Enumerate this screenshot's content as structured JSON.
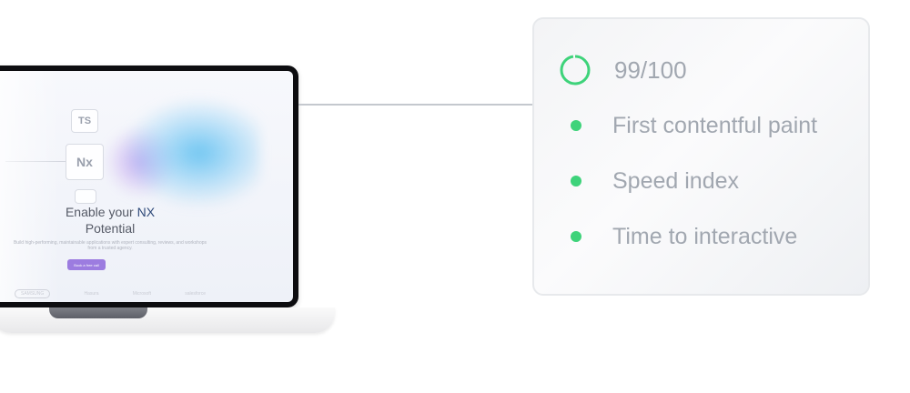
{
  "hero": {
    "tile_ts": "TS",
    "tile_nx": "Nx",
    "title_part1": "Enable your ",
    "title_nx": "NX",
    "title_part2": "Potential",
    "subtitle": "Build high-performing, maintainable applications with expert consulting, reviews, and workshops from a trusted agency.",
    "cta_label": "Book a free call",
    "logos": [
      "SAMSUNG",
      "Hasura",
      "Microsoft",
      "salesforce"
    ]
  },
  "metrics": {
    "score": "99/100",
    "items": [
      {
        "label": "First contentful paint"
      },
      {
        "label": "Speed index"
      },
      {
        "label": "Time to interactive"
      }
    ],
    "accent_color": "#3ed37a"
  },
  "icons": {
    "score_ring": "progress-ring-icon",
    "metric_dot": "status-dot-icon"
  }
}
